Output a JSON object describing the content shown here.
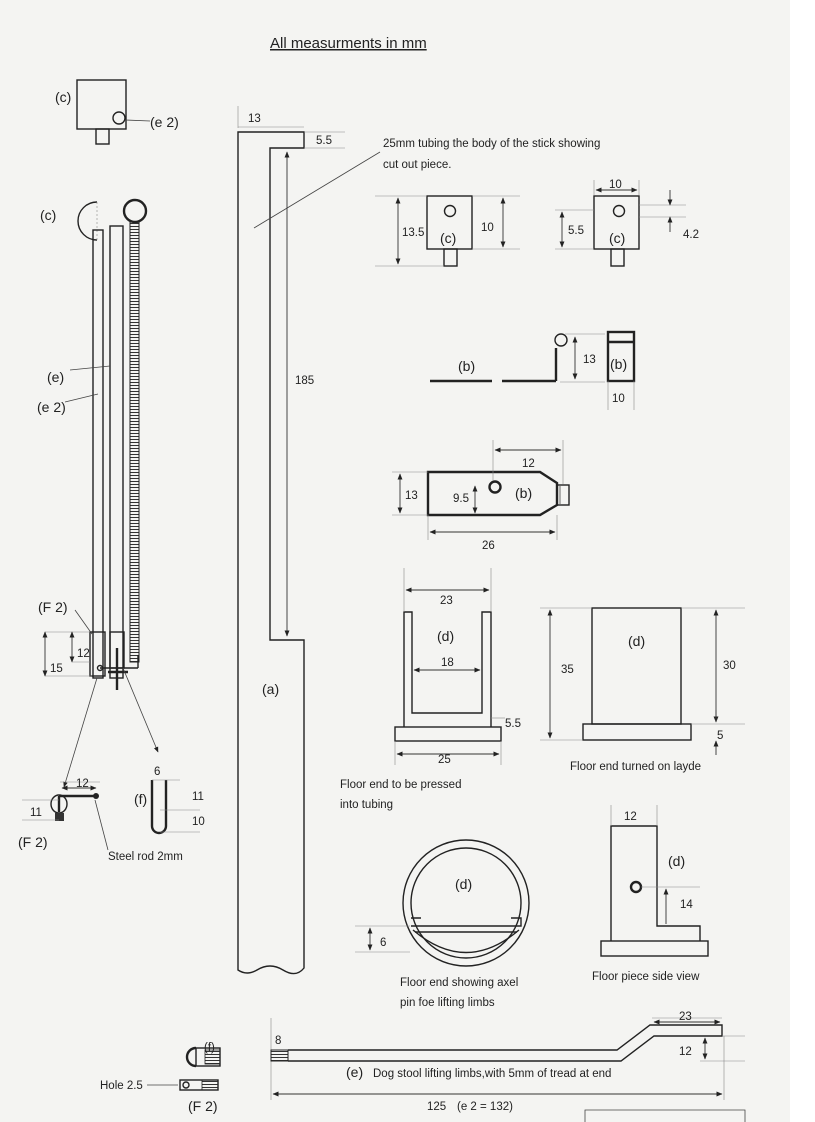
{
  "title": "All measurments in mm",
  "labels": {
    "a": "(a)",
    "b": "(b)",
    "c": "(c)",
    "d": "(d)",
    "e": "(e)",
    "e2": "(e 2)",
    "f": "(f)",
    "f2": "(F 2)"
  },
  "notes": {
    "tubing_line1": "25mm tubing the body of the stick showing",
    "tubing_line2": "cut out piece.",
    "floor_pressed_line1": "Floor end to be pressed",
    "floor_pressed_line2": "into tubing",
    "floor_layde": "Floor end turned on layde",
    "floor_axel_line1": "Floor end showing axel",
    "floor_axel_line2": "pin foe lifting limbs",
    "floor_side": "Floor piece side view",
    "steel_rod": "Steel rod 2mm",
    "limbs": "Dog stool lifting limbs,with 5mm of tread at end",
    "hole": "Hole 2.5",
    "limb_length": "125",
    "limb_length_e2": "(e 2 = 132)"
  },
  "dims": {
    "a_top": "13",
    "a_notch": "5.5",
    "a_length": "185",
    "c1_h": "13.5",
    "c1_w": "10",
    "c2_w": "10",
    "c2_h": "5.5",
    "c2_off": "4.2",
    "b_side_h": "13",
    "b_end_w": "10",
    "b_top_len": "12",
    "b_h": "13",
    "b_hole": "9.5",
    "b_len": "26",
    "d1_outer": "23",
    "d1_inner": "18",
    "d1_base_h": "5.5",
    "d1_base_w": "25",
    "d2_total": "35",
    "d2_body": "30",
    "d2_base": "5",
    "axel_gap": "6",
    "side_w": "12",
    "side_hole": "14",
    "f2_a": "12",
    "f2_b": "15",
    "rod_len": "12",
    "rod_h": "11",
    "f_w": "6",
    "f_h1": "11",
    "f_h2": "10",
    "e_tread": "8",
    "e_end": "23",
    "e_rise": "12"
  }
}
